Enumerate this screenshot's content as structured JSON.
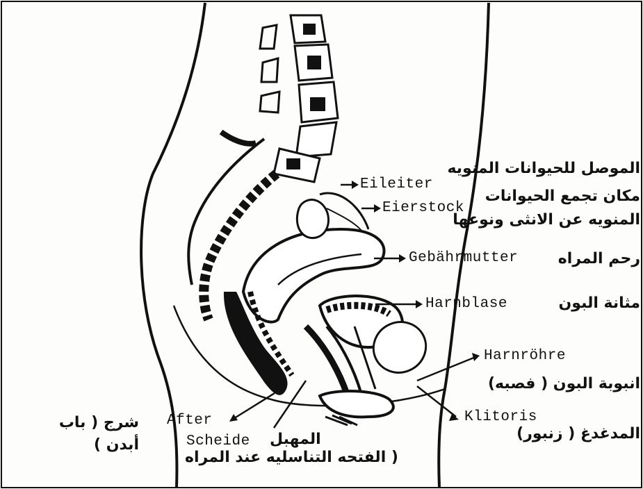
{
  "labels": {
    "eileiter": "Eileiter",
    "eierstock": "Eierstock",
    "gebaermutter": "Gebährmutter",
    "harnblase": "Harnblase",
    "harnroehre": "Harnröhre",
    "klitoris": "Klitoris",
    "after": "After",
    "scheide": "Scheide"
  },
  "arabic": {
    "eileiter_1": "الموصل للحيوانات المنويه",
    "eileiter_2": "مكان تجمع الحيوانات",
    "eierstock": "المنويه عن الانثى ونوعها",
    "gebaermutter": "رحم المراه",
    "harnblase": "مثانة البون",
    "harnroehre": "انبوبة البون ( فصبه)",
    "klitoris": "المدغدغ ( زنبور)",
    "after_1": "شرج ( باب",
    "after_2": "أبدن )",
    "scheide_1": "المهبل",
    "scheide_2": "( الفتحه التناسليه عند المراه"
  }
}
